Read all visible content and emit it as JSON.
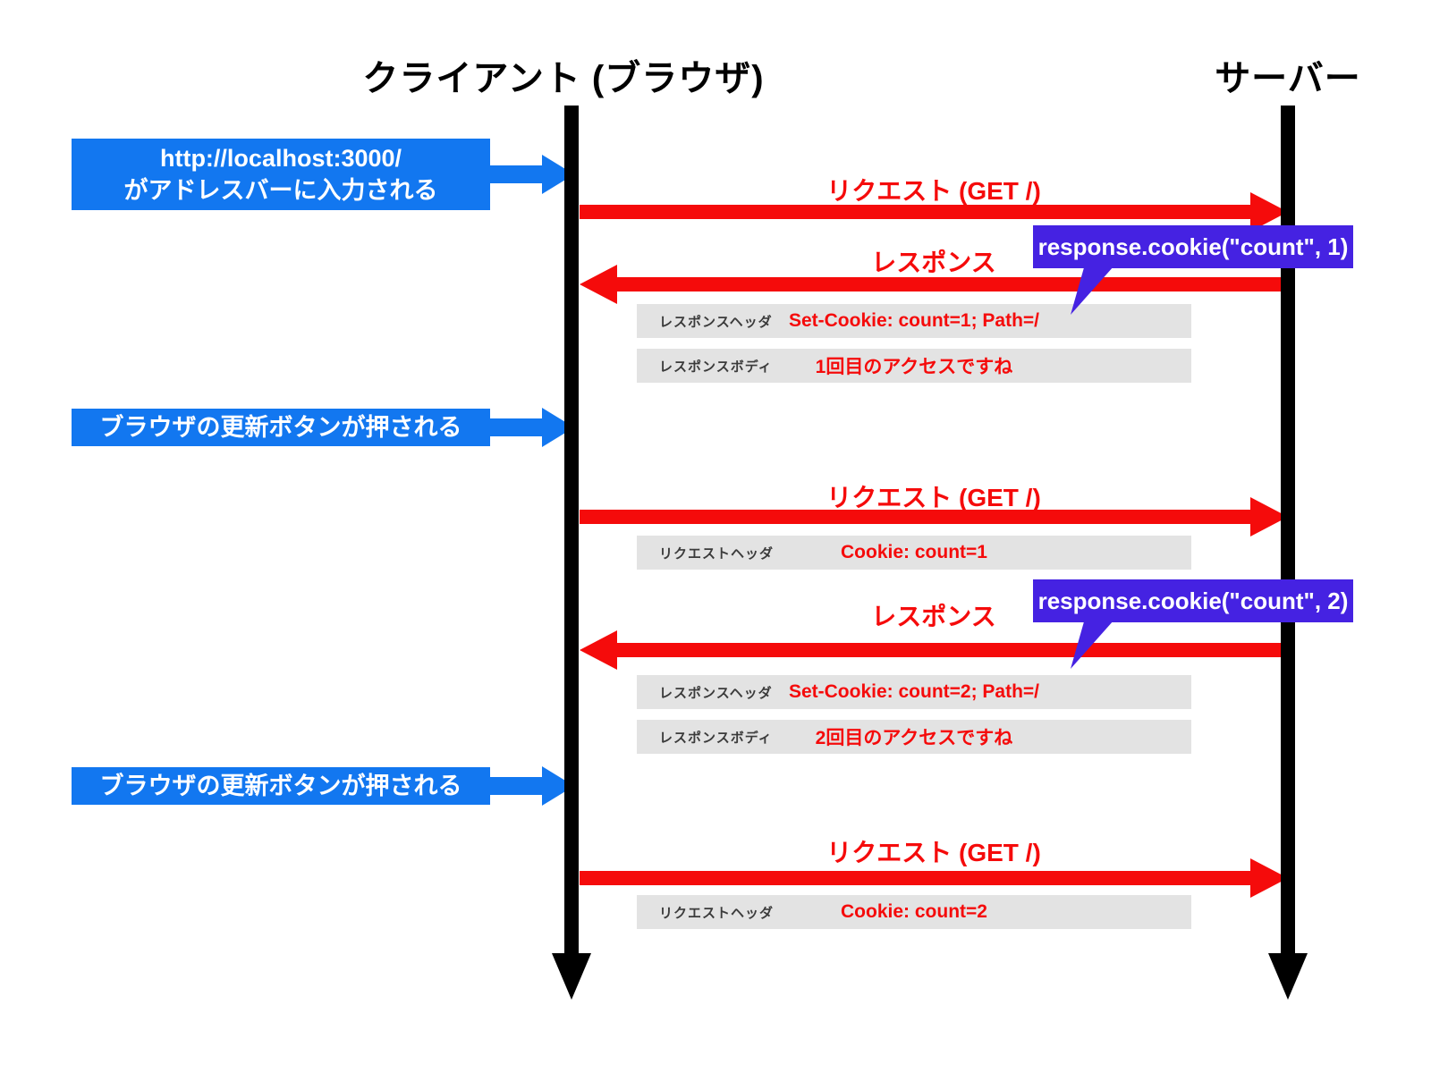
{
  "actors": {
    "client": "クライアント (ブラウザ)",
    "server": "サーバー"
  },
  "browser_events": [
    {
      "lines": [
        "http://localhost:3000/",
        "がアドレスバーに入力される"
      ]
    },
    {
      "lines": [
        "ブラウザの更新ボタンが押される"
      ]
    },
    {
      "lines": [
        "ブラウザの更新ボタンが押される"
      ]
    }
  ],
  "messages": [
    {
      "label": "リクエスト (GET /)",
      "direction": "right"
    },
    {
      "label": "レスポンス",
      "direction": "left",
      "callout": "response.cookie(\"count\", 1)"
    },
    {
      "label": "リクエスト (GET /)",
      "direction": "right"
    },
    {
      "label": "レスポンス",
      "direction": "left",
      "callout": "response.cookie(\"count\", 2)"
    },
    {
      "label": "リクエスト (GET /)",
      "direction": "right"
    }
  ],
  "detail_rows": [
    {
      "key": "レスポンスヘッダ",
      "value": "Set-Cookie: count=1; Path=/"
    },
    {
      "key": "レスポンスボディ",
      "value": "1回目のアクセスですね"
    },
    {
      "key": "リクエストヘッダ",
      "value": "Cookie: count=1"
    },
    {
      "key": "レスポンスヘッダ",
      "value": "Set-Cookie: count=2; Path=/"
    },
    {
      "key": "レスポンスボディ",
      "value": "2回目のアクセスですね"
    },
    {
      "key": "リクエストヘッダ",
      "value": "Cookie: count=2"
    }
  ],
  "colors": {
    "event_blue": "#1277f0",
    "message_red": "#f50b0b",
    "callout_purple": "#4522e2",
    "detail_gray": "#e3e3e3",
    "lifeline_black": "#000000"
  }
}
